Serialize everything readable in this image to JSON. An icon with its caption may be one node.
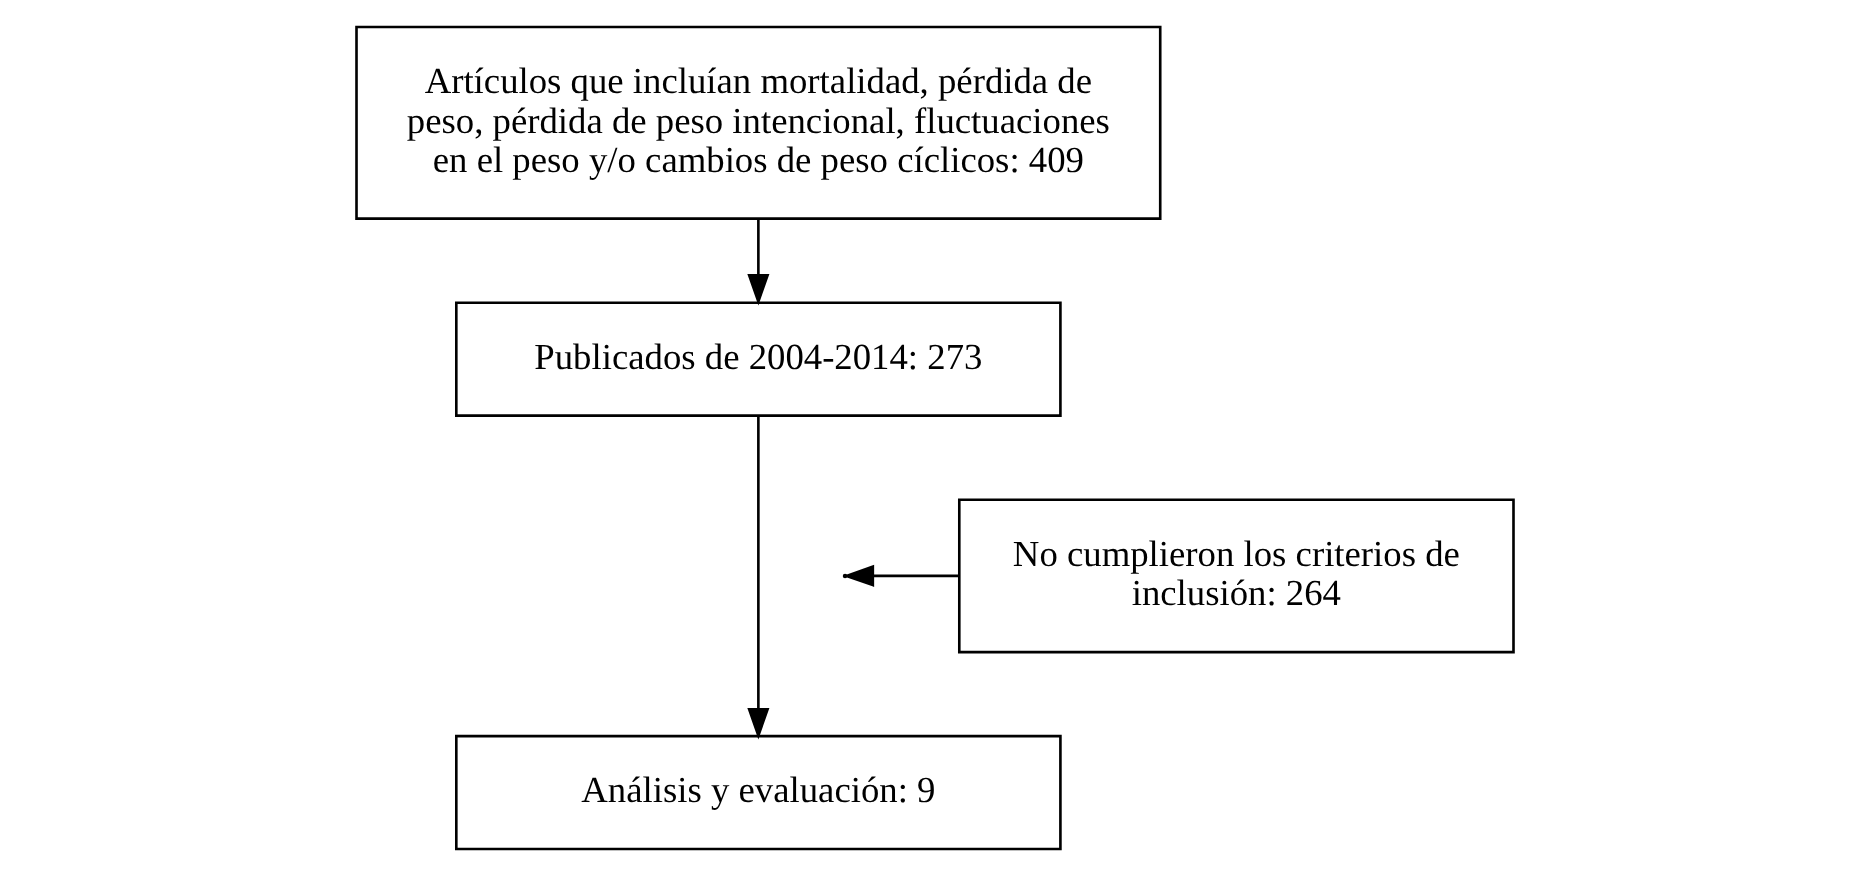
{
  "diagram": {
    "nodes": [
      {
        "text": [
          "Artículos que incluían mortalidad, pérdida de peso, pérdida de peso intencional, fluctuaciones en el peso y/o cambios de peso cíclicos: 409"
        ]
      },
      {
        "text": [
          "Publicados de 2004-2014: 273"
        ]
      },
      {
        "text": [
          "No cumplieron los criterios de inclusión: 264"
        ]
      },
      {
        "text": [
          "Análisis y evaluación: 9"
        ]
      }
    ],
    "edges": [
      {
        "from": 0,
        "to": 1,
        "arrow": "to"
      },
      {
        "from": 1,
        "to": 3,
        "arrow": "to"
      },
      {
        "from": 2,
        "to": null,
        "arrow": "to"
      }
    ]
  }
}
